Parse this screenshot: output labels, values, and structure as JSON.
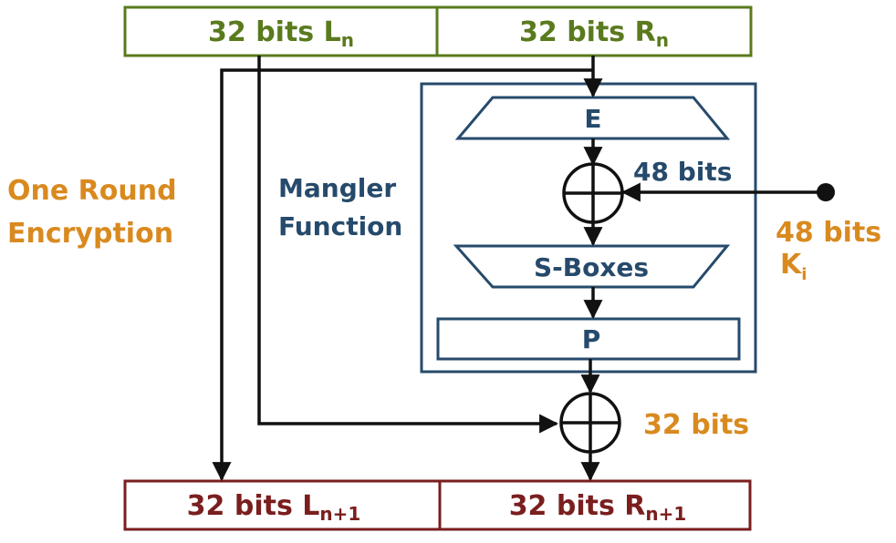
{
  "input": {
    "left": {
      "prefix": "32 bits ",
      "sym": "L",
      "sub": "n"
    },
    "right": {
      "prefix": "32 bits ",
      "sym": "R",
      "sub": "n"
    }
  },
  "output": {
    "left": {
      "prefix": "32 bits ",
      "sym": "L",
      "sub": "n+1"
    },
    "right": {
      "prefix": "32 bits ",
      "sym": "R",
      "sub": "n+1"
    }
  },
  "round_label": {
    "line1": "One Round",
    "line2": "Encryption"
  },
  "mangler_label": {
    "line1": "Mangler",
    "line2": "Function"
  },
  "blocks": {
    "expansion": "E",
    "sboxes": "S-Boxes",
    "permutation": "P"
  },
  "annotations": {
    "xor1_bits": "48 bits",
    "key_bits": "48 bits",
    "key_sym": "K",
    "key_sub": "i",
    "xor2_bits": "32 bits"
  },
  "colors": {
    "input": "#5a7a1e",
    "output": "#7a1e1e",
    "mangler": "#264a6b",
    "annotation": "#d98a1f",
    "wire": "#111111"
  }
}
